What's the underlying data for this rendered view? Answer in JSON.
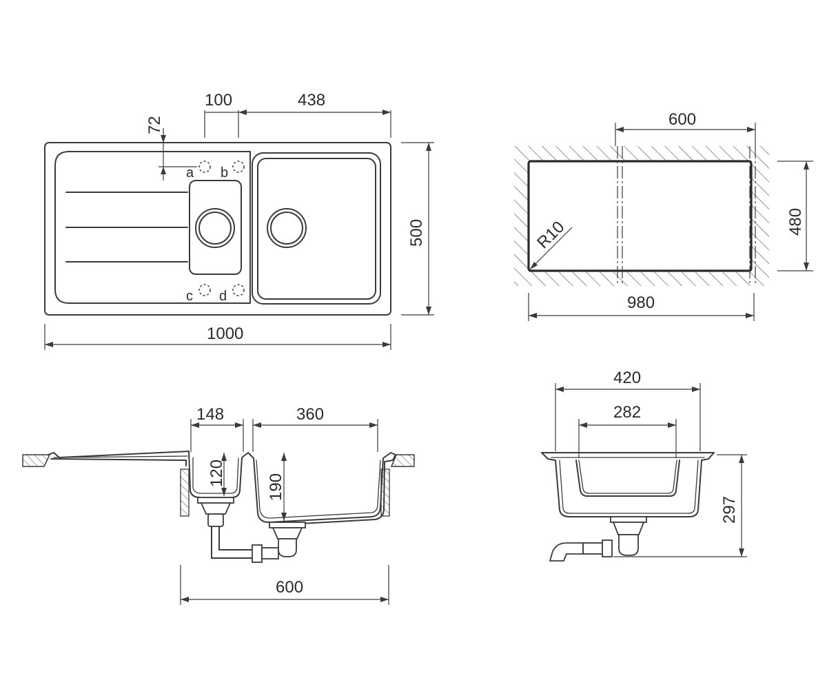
{
  "top_view": {
    "dim_overall_width": "1000",
    "dim_overall_depth": "500",
    "dim_edge_to_tap": "100",
    "dim_main_bowl_width": "438",
    "dim_tap_from_back": "72",
    "tap_hole_labels": [
      "a",
      "b",
      "c",
      "d"
    ]
  },
  "cutout_view": {
    "dim_cutout_width": "980",
    "dim_cutout_depth": "480",
    "dim_cabinet_width": "600",
    "dim_corner_radius": "R10"
  },
  "front_section": {
    "dim_small_bowl_width": "148",
    "dim_main_bowl_width": "360",
    "dim_small_bowl_depth": "120",
    "dim_main_bowl_depth": "190",
    "dim_cabinet_width": "600"
  },
  "side_section": {
    "dim_outer_width": "420",
    "dim_inner_width": "282",
    "dim_overall_height": "297"
  }
}
